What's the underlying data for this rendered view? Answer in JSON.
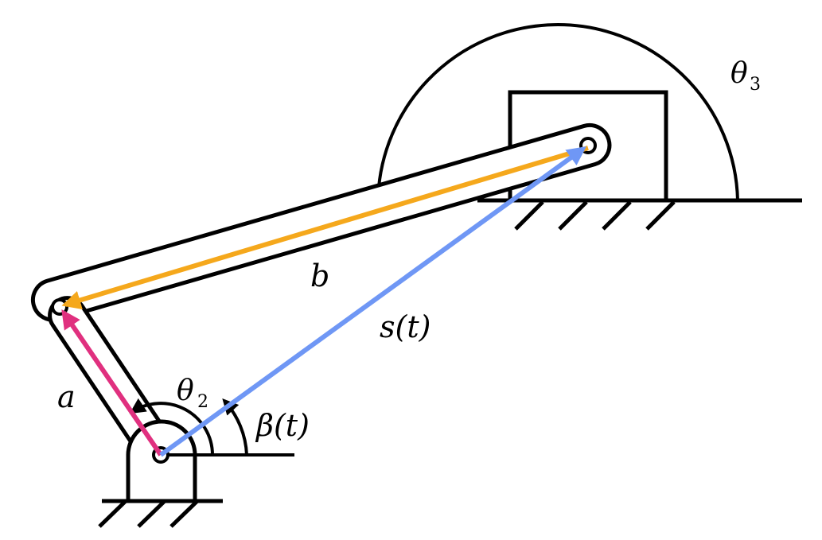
{
  "labels": {
    "link_a": "a",
    "link_b": "b",
    "vector_s": "s(t)",
    "angle_beta": "β(t)",
    "angle_theta2": "θ",
    "angle_theta2_sub": "2",
    "angle_theta3": "θ",
    "angle_theta3_sub": "3"
  },
  "colors": {
    "link_a_vector": "#e0307f",
    "link_b_vector": "#f5a81c",
    "s_vector": "#6f97f5",
    "outline": "#000000"
  }
}
